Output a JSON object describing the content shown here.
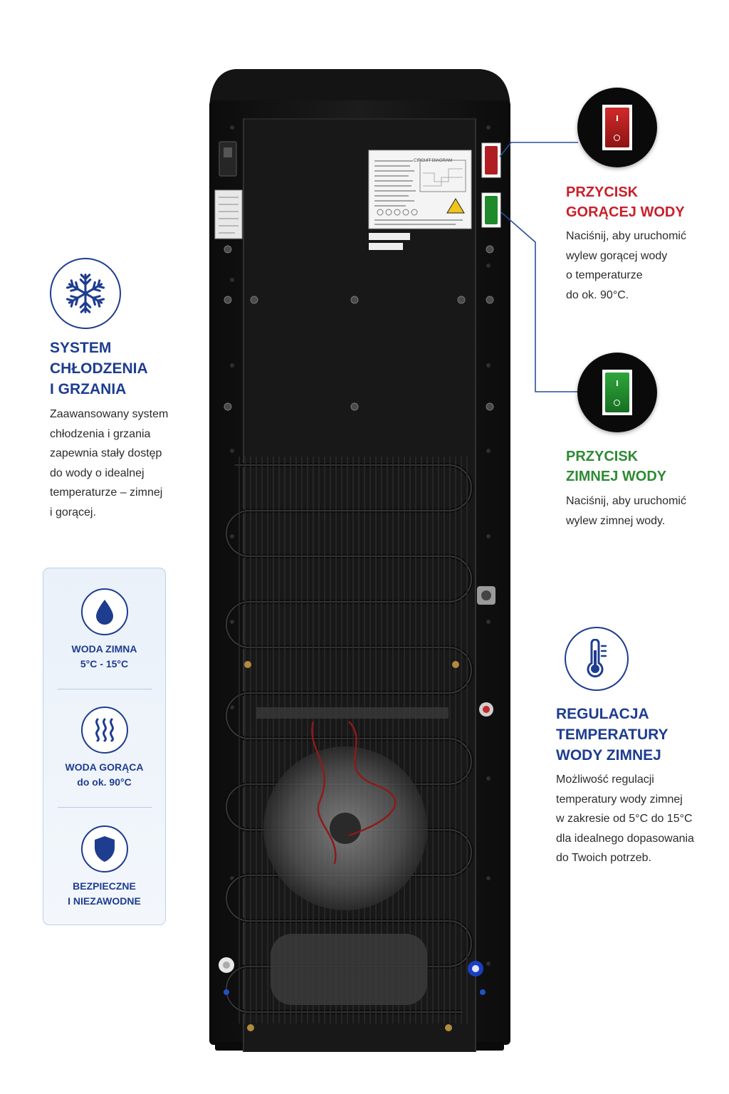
{
  "left": {
    "cooling": {
      "icon": "snowflake-icon",
      "title_lines": [
        "SYSTEM",
        "CHŁODZENIA",
        "I GRZANIA"
      ],
      "description_lines": [
        "Zaawansowany system",
        "chłodzenia i grzania",
        "zapewnia stały dostęp",
        "do wody o idealnej",
        "temperaturze – zimnej",
        "i gorącej."
      ]
    },
    "info_card": {
      "items": [
        {
          "icon": "water-drop-icon",
          "text": "WODA ZIMNA\n5°C - 15°C"
        },
        {
          "icon": "heat-waves-icon",
          "text": "WODA GORĄCA\ndo ok. 90°C"
        },
        {
          "icon": "shield-icon",
          "text": "BEZPIECZNE\nI NIEZAWODNE"
        }
      ]
    }
  },
  "right": {
    "hot_button": {
      "icon": "red-rocker-switch-icon",
      "title_lines": [
        "PRZYCISK",
        "GORĄCEJ WODY"
      ],
      "description_lines": [
        "Naciśnij, aby uruchomić",
        "wylew gorącej wody",
        "o temperaturze",
        "do ok. 90°C."
      ]
    },
    "cold_button": {
      "icon": "green-rocker-switch-icon",
      "title_lines": [
        "PRZYCISK",
        "ZIMNEJ WODY"
      ],
      "description_lines": [
        "Naciśnij, aby uruchomić",
        "wylew zimnej wody."
      ]
    },
    "temperature": {
      "icon": "thermometer-icon",
      "title_lines": [
        "REGULACJA",
        "TEMPERATURY",
        "WODY ZIMNEJ"
      ],
      "description_lines": [
        "Możliwość regulacji",
        "temperatury wody zimnej",
        "w zakresie od 5°C do 15°C",
        "dla idealnego dopasowania",
        "do Twoich potrzeb."
      ]
    }
  },
  "device": {
    "label_header": "CIRCUIT DIAGRAM"
  },
  "colors": {
    "brand_blue": "#1e3d8f",
    "hot_red": "#c8202a",
    "cold_green": "#2e8b33",
    "device_black": "#121212"
  }
}
